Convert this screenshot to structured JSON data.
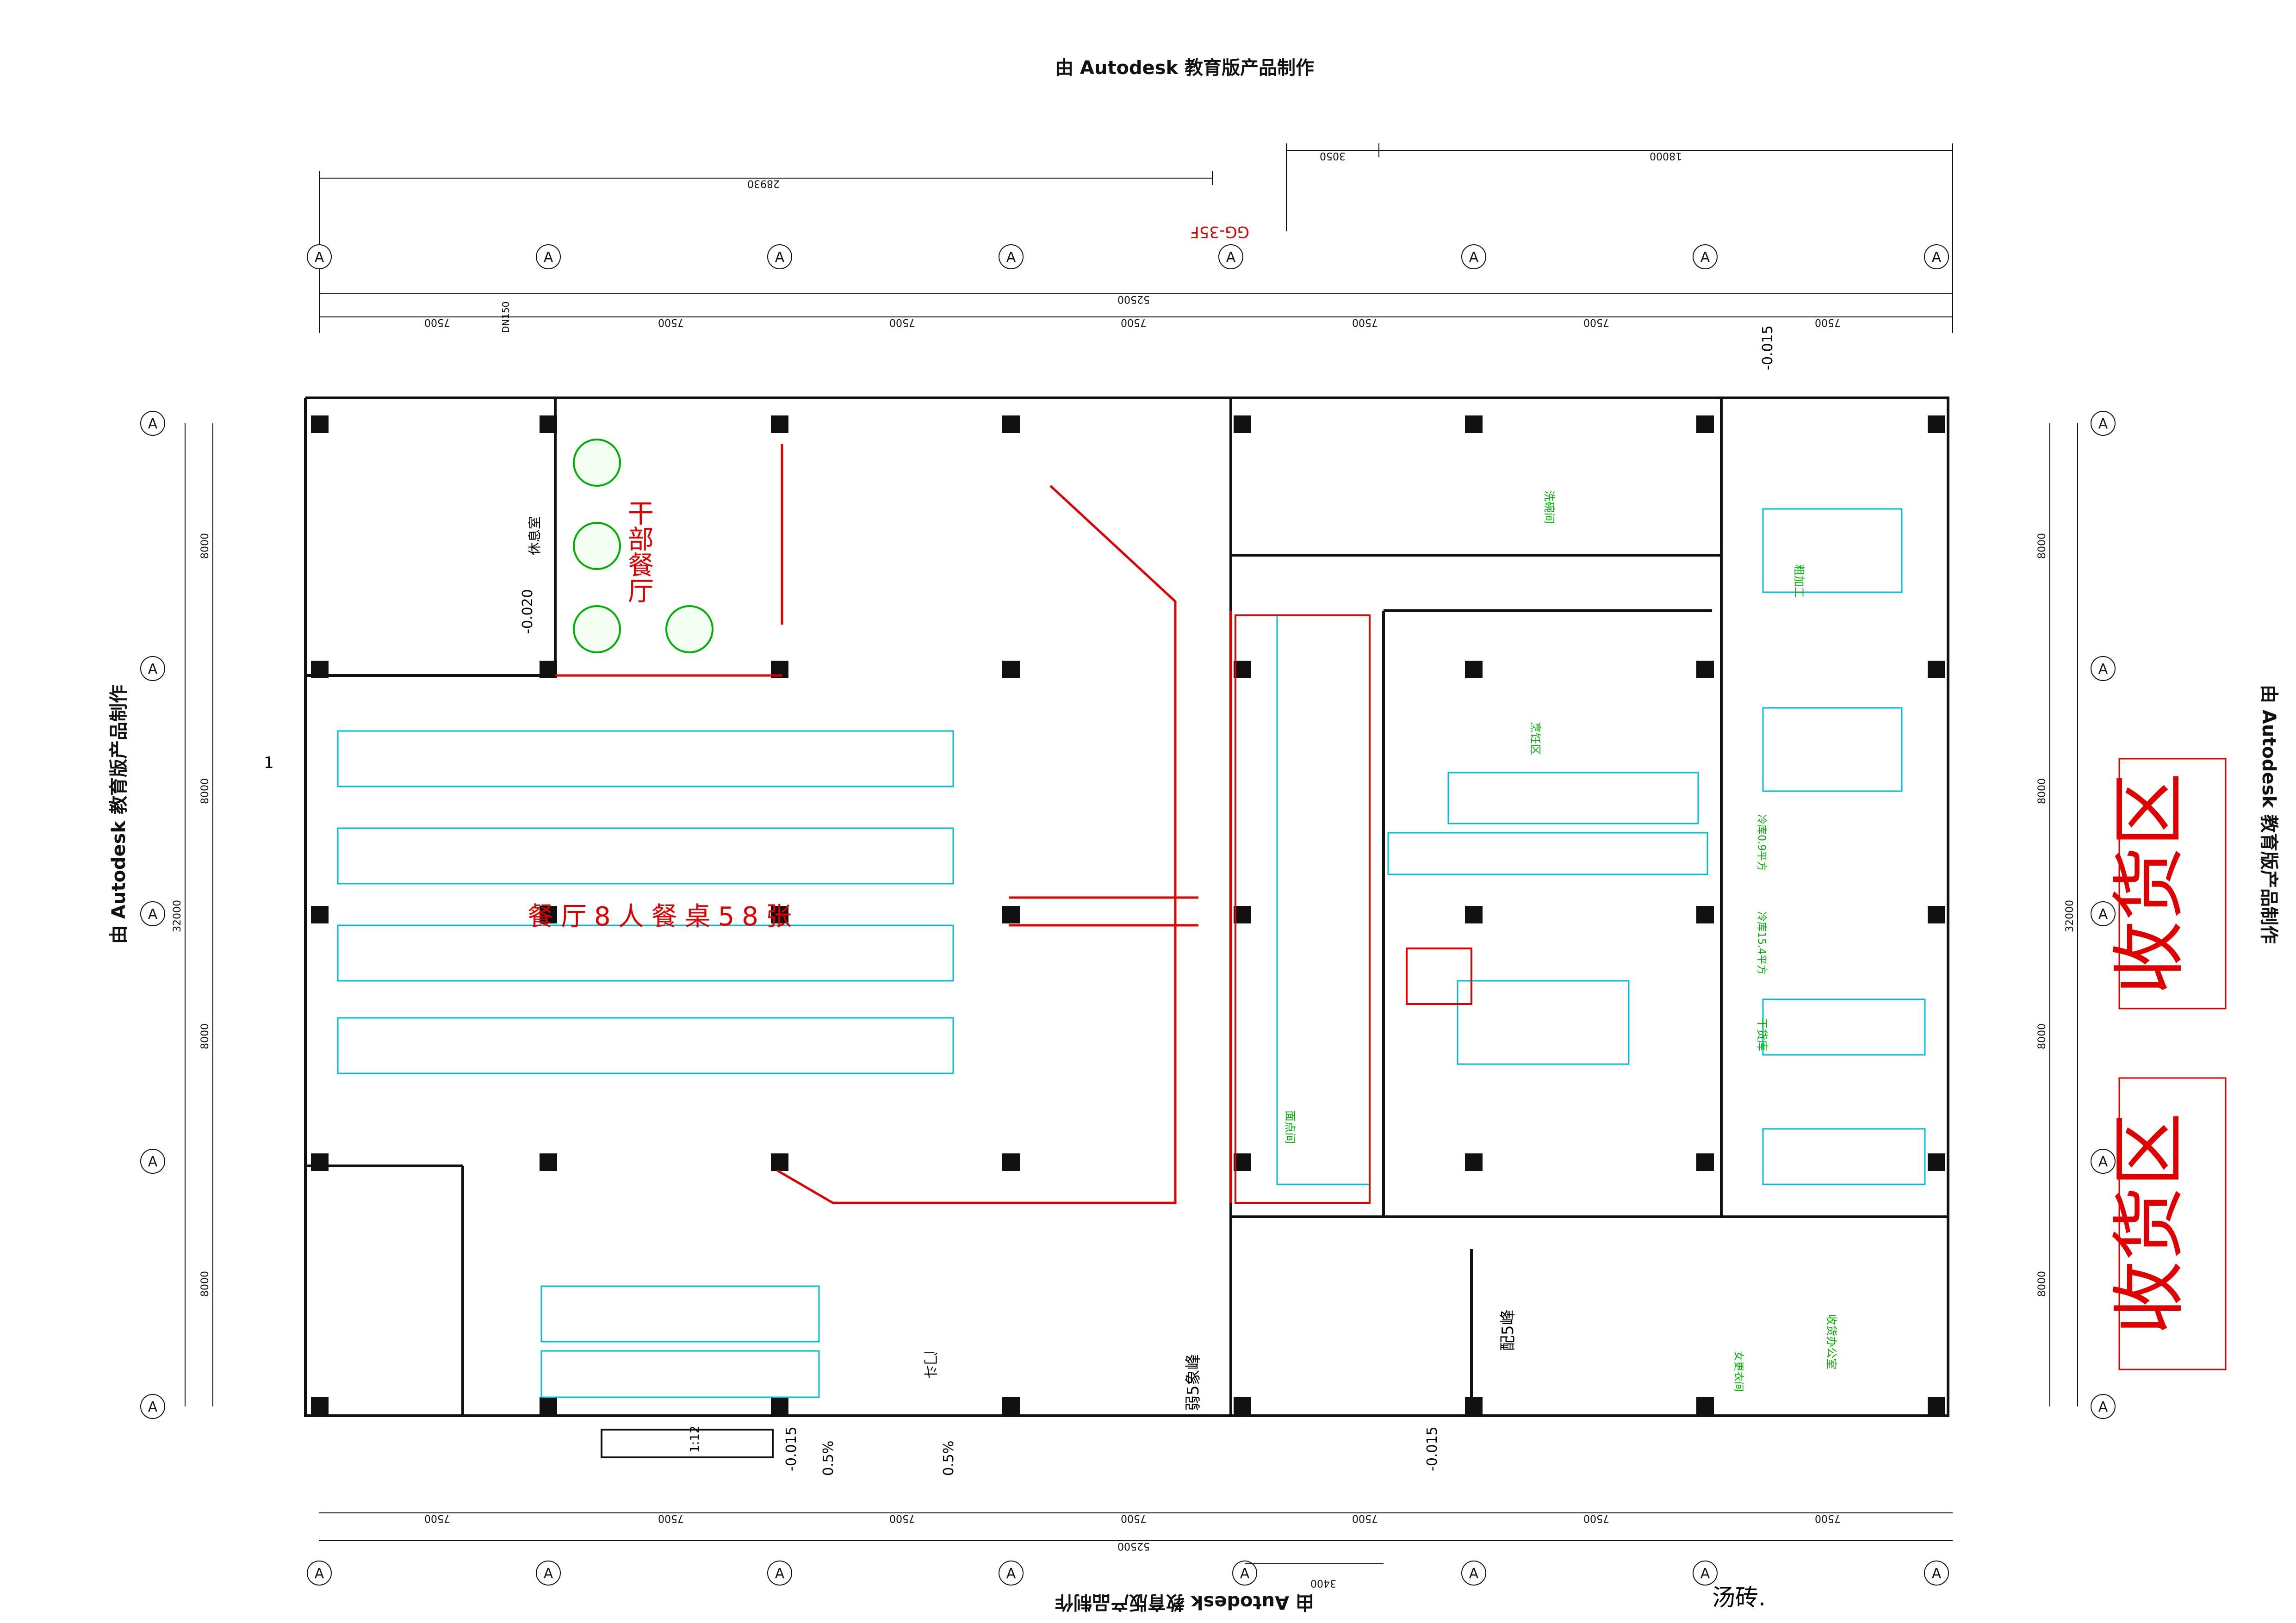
{
  "watermark": "由 Autodesk 教育版产品制作",
  "dimensions": {
    "top_total_left": "28930",
    "top_offset": "3050",
    "top_total_right": "18000",
    "overall_width": "52500",
    "bay": "7500",
    "overall_depth": "32000",
    "row_bay": "8000",
    "bottom_offset": "3400"
  },
  "grid_axis_label": "A",
  "markers": {
    "gg": "GG-35F",
    "dn": "DN150",
    "level_1": "-0.020",
    "level_2": "-0.015",
    "level_3": "-0.015",
    "level_4": "-0.015",
    "slope_1": "0.5%",
    "slope_2": "0.5%",
    "ramp": "1:12",
    "section": "1"
  },
  "rooms": {
    "cadre_hall": "干部餐厅",
    "dining_hall": "餐厅8人餐桌58张",
    "weak_room": "弱5象峰",
    "power_room": "配5峰",
    "lounge": "休息室",
    "clean_zone": "洗碗间",
    "processing": "粗加工",
    "cooking": "烹饪区",
    "pastry": "面点间",
    "dry_store": "干货库",
    "cold_store_1": "冷库0.9平方",
    "cold_store_2": "冷库15.4平方",
    "office": "收货办公室",
    "door": "门斗",
    "toilet": "女更衣间"
  },
  "receiving": [
    "收货区",
    "收货区"
  ],
  "stray_text": "汤砖."
}
